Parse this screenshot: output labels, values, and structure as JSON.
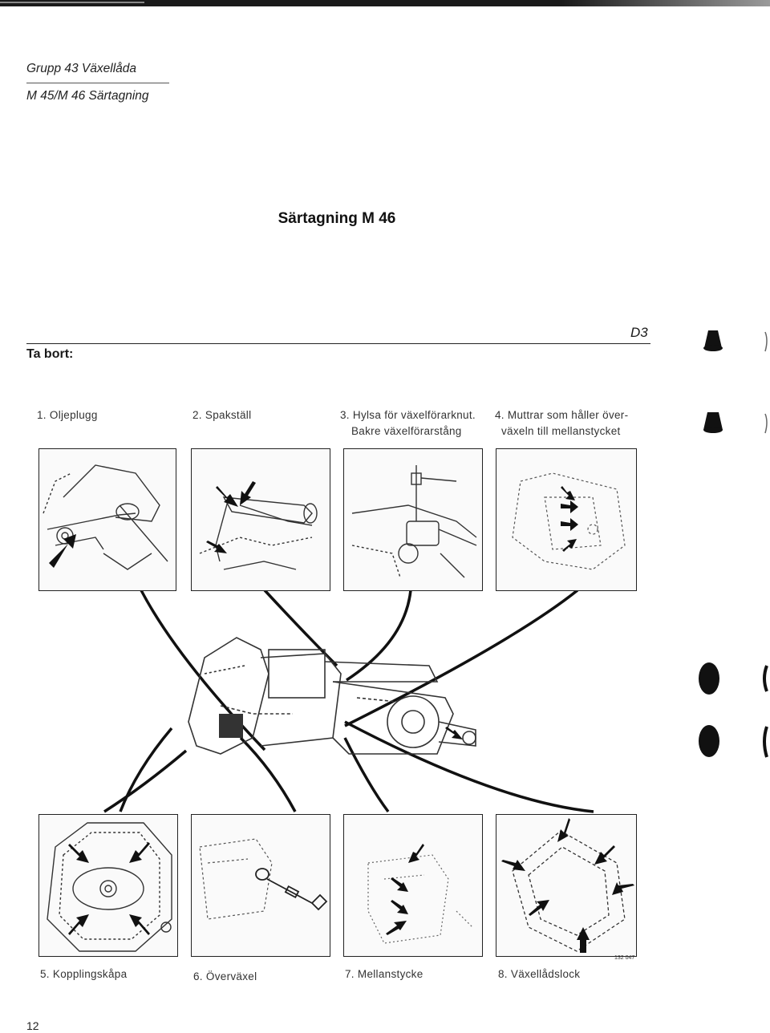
{
  "header": {
    "group_line": "Grupp 43 Växellåda",
    "subtitle_line": "M 45/M 46 Särtagning"
  },
  "title": "Särtagning M 46",
  "code": "D3",
  "remove_label": "Ta bort:",
  "steps": {
    "s1": "1. Oljeplugg",
    "s2": "2. Spakställ",
    "s3_line1": "3. Hylsa för växelförarknut.",
    "s3_line2": "Bakre växelförarstång",
    "s4_line1": "4. Muttrar som håller över-",
    "s4_line2": "växeln till mellanstycket",
    "s5": "5. Kopplingskåpa",
    "s6": "6. Överväxel",
    "s7": "7. Mellanstycke",
    "s8": "8. Växellådslock"
  },
  "figure_number": "132 047",
  "page_number": "12",
  "colors": {
    "ink": "#1a1a1a",
    "paper": "#ffffff"
  },
  "icons": [
    "arrow-marker-icon",
    "binder-hole-mark-icon"
  ]
}
